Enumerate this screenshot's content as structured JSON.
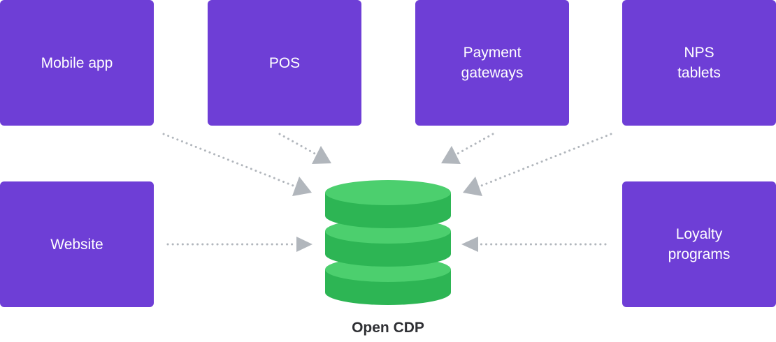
{
  "colors": {
    "source_box": "#6e3ed6",
    "arrow": "#b1b6bc",
    "db_top": "#4ccf6e",
    "db_side": "#2db554",
    "label_text": "#2f3034"
  },
  "sources": [
    {
      "id": "mobile",
      "label": "Mobile app"
    },
    {
      "id": "pos",
      "label": "POS"
    },
    {
      "id": "payment",
      "label": "Payment\ngateways"
    },
    {
      "id": "nps",
      "label": "NPS\ntablets"
    },
    {
      "id": "website",
      "label": "Website"
    },
    {
      "id": "loyalty",
      "label": "Loyalty\nprograms"
    }
  ],
  "target": {
    "label": "Open CDP",
    "icon": "database-icon"
  }
}
